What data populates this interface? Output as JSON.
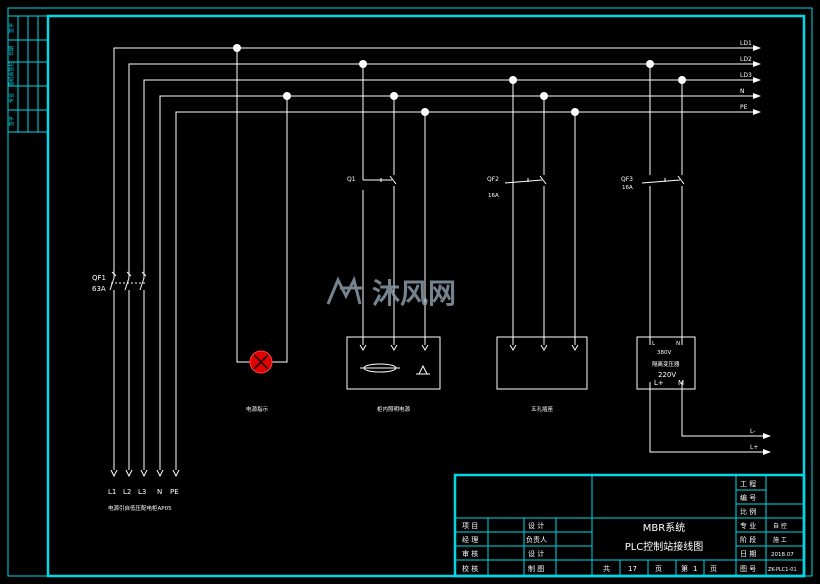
{
  "colors": {
    "background": "#000000",
    "frame": "#00d8e8",
    "wire": "#ffffff",
    "lamp": "#e00000",
    "watermark": "#8a9aa8"
  },
  "bus_labels": [
    "LD1",
    "LD2",
    "LD3",
    "N",
    "PE"
  ],
  "breakers": {
    "main": {
      "name": "QF1",
      "rating": "63A"
    },
    "qf1_small": {
      "name": "Q1"
    },
    "qf2": {
      "name": "QF2",
      "rating": "16A"
    },
    "qf3": {
      "name": "QF3",
      "rating": "16A"
    }
  },
  "loads": {
    "lamp_label": "电源指示",
    "lighting_label": "柜内照明电源",
    "socket_label": "五孔插座",
    "transformer": {
      "top_left": "L",
      "top_right": "N",
      "voltage_in": "380V",
      "name": "隔离变压器",
      "voltage_out": "220V",
      "bottom_left": "L+",
      "bottom_right": "M"
    }
  },
  "outputs": [
    "L-",
    "L+"
  ],
  "incoming": {
    "terminals": [
      "L1",
      "L2",
      "L3",
      "N",
      "PE"
    ],
    "caption": "电源引自低压配电柜AP05"
  },
  "watermark": {
    "text": "沐风网"
  },
  "side_strip": {
    "cells": [
      "签字",
      "日期",
      "图纸会签栏",
      "专业",
      "签字"
    ]
  },
  "title_block": {
    "rows_left": [
      [
        "项 目",
        "设 计"
      ],
      [
        "经 理",
        "负责人"
      ],
      [
        "审 核",
        "设 计"
      ],
      [
        "校 核",
        "制 图"
      ]
    ],
    "title_line1": "MBR系统",
    "title_line2": "PLC控制站接线图",
    "pages": {
      "total_label": "共",
      "total": "17",
      "page_unit": "页",
      "current_label": "第",
      "current": "1",
      "current_unit": "页"
    },
    "right_rows": [
      {
        "label": "工 程",
        "value": ""
      },
      {
        "label": "编 号",
        "value": ""
      },
      {
        "label": "比 例",
        "value": ""
      },
      {
        "label": "专 业",
        "value": "自 控"
      },
      {
        "label": "阶 段",
        "value": "施 工"
      },
      {
        "label": "日 期",
        "value": "2018.07"
      },
      {
        "label": "图 号",
        "value": "ZK-PLC1-01"
      }
    ]
  }
}
